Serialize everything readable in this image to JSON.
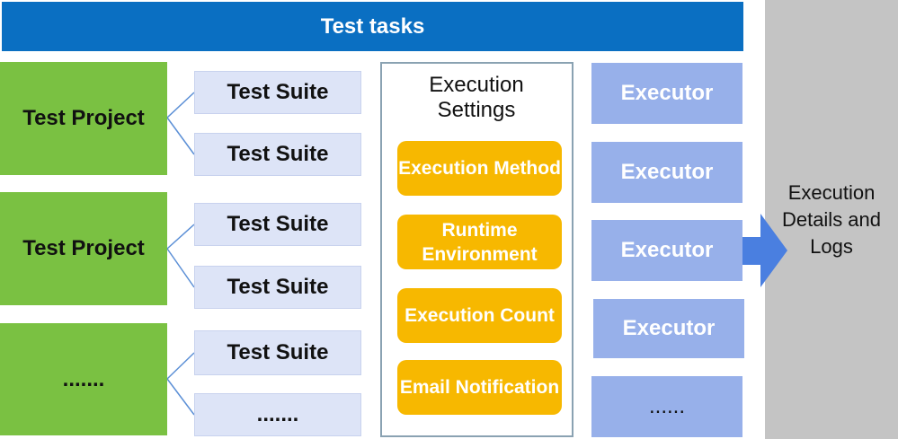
{
  "banner": {
    "title": "Test tasks"
  },
  "projects": [
    {
      "label": "Test Project",
      "suites": [
        "Test Suite",
        "Test Suite"
      ]
    },
    {
      "label": "Test Project",
      "suites": [
        "Test Suite",
        "Test Suite"
      ]
    },
    {
      "label": ".......",
      "suites": [
        "Test Suite",
        "......."
      ]
    }
  ],
  "settings": {
    "title": "Execution Settings",
    "items": [
      "Execution Method",
      "Runtime Environment",
      "Execution Count",
      "Email Notification"
    ]
  },
  "executors": [
    "Executor",
    "Executor",
    "Executor",
    "Executor",
    "......"
  ],
  "output": {
    "label": "Execution Details and Logs"
  },
  "colors": {
    "banner": "#0a6fc2",
    "project": "#7ac142",
    "suite": "#dde4f7",
    "setting": "#f7b800",
    "executor": "#97b0ea",
    "output": "#c4c4c4",
    "arrow": "#4a7fe0",
    "connector": "#5b8fd6"
  }
}
